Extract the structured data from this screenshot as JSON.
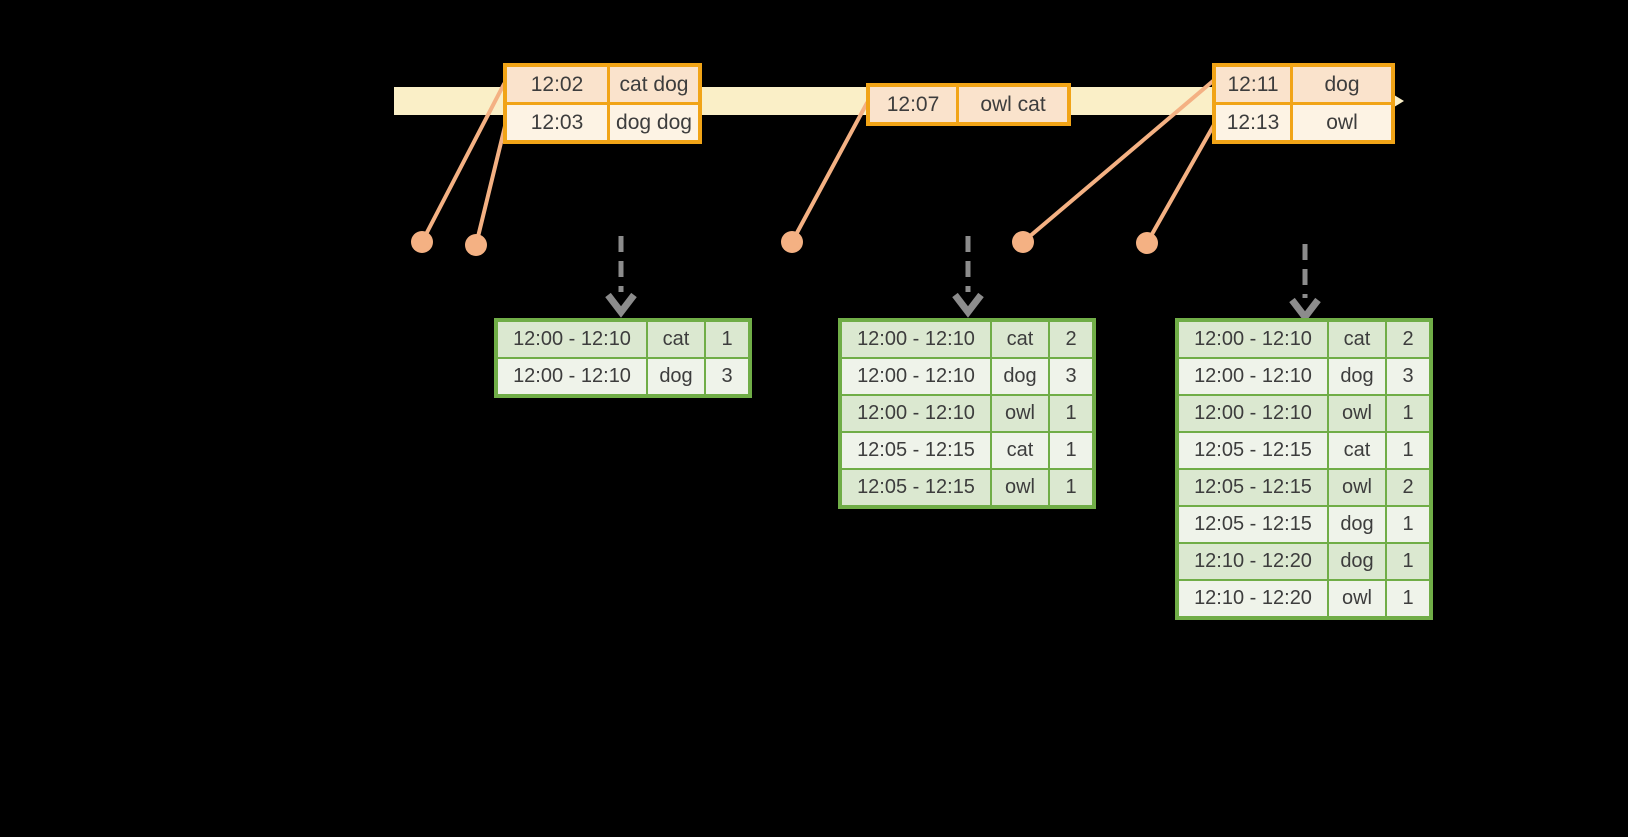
{
  "colors": {
    "background": "#000000",
    "timeline_fill": "#FAEFC7",
    "event_table_border": "#F1A417",
    "event_row_peach": "#FAE3CC",
    "event_row_cream": "#FDF3E4",
    "connector_salmon": "#F4B183",
    "result_table_border": "#70AD47",
    "result_row_dark": "#DBE8D0",
    "result_row_light": "#EFF3EA",
    "trigger_arrow_gray": "#8C8C8C",
    "text": "#3D3D3D"
  },
  "event_tables": [
    {
      "rows": [
        {
          "time": "12:02",
          "words": "cat dog"
        },
        {
          "time": "12:03",
          "words": "dog dog"
        }
      ]
    },
    {
      "rows": [
        {
          "time": "12:07",
          "words": "owl cat"
        }
      ]
    },
    {
      "rows": [
        {
          "time": "12:11",
          "words": "dog"
        },
        {
          "time": "12:13",
          "words": "owl"
        }
      ]
    }
  ],
  "result_tables": [
    {
      "rows": [
        {
          "window": "12:00 - 12:10",
          "word": "cat",
          "count": "1"
        },
        {
          "window": "12:00 - 12:10",
          "word": "dog",
          "count": "3"
        }
      ]
    },
    {
      "rows": [
        {
          "window": "12:00 - 12:10",
          "word": "cat",
          "count": "2"
        },
        {
          "window": "12:00 - 12:10",
          "word": "dog",
          "count": "3"
        },
        {
          "window": "12:00 - 12:10",
          "word": "owl",
          "count": "1"
        },
        {
          "window": "12:05 - 12:15",
          "word": "cat",
          "count": "1"
        },
        {
          "window": "12:05 - 12:15",
          "word": "owl",
          "count": "1"
        }
      ]
    },
    {
      "rows": [
        {
          "window": "12:00 - 12:10",
          "word": "cat",
          "count": "2"
        },
        {
          "window": "12:00 - 12:10",
          "word": "dog",
          "count": "3"
        },
        {
          "window": "12:00 - 12:10",
          "word": "owl",
          "count": "1"
        },
        {
          "window": "12:05 - 12:15",
          "word": "cat",
          "count": "1"
        },
        {
          "window": "12:05 - 12:15",
          "word": "owl",
          "count": "2"
        },
        {
          "window": "12:05 - 12:15",
          "word": "dog",
          "count": "1"
        },
        {
          "window": "12:10 - 12:20",
          "word": "dog",
          "count": "1"
        },
        {
          "window": "12:10 - 12:20",
          "word": "owl",
          "count": "1"
        }
      ]
    }
  ]
}
